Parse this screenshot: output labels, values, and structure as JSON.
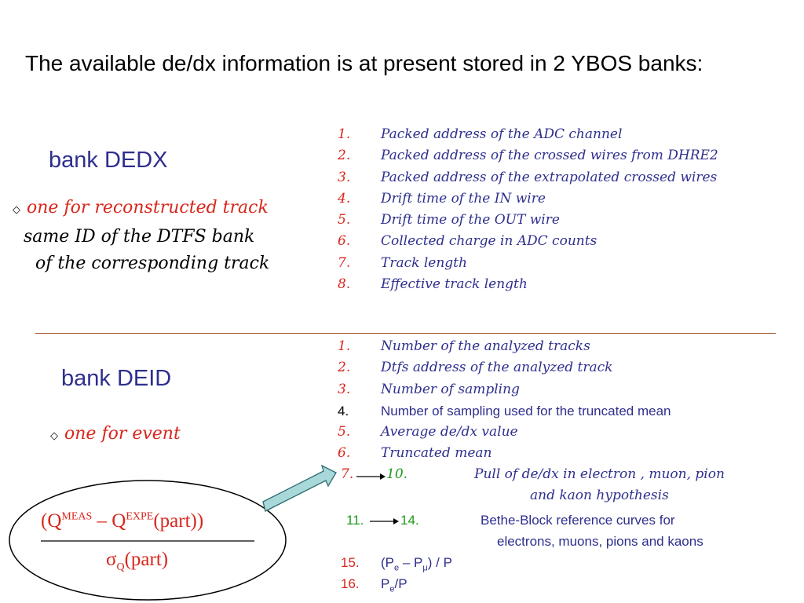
{
  "title": "The available de/dx information is at present  stored in 2 YBOS banks:",
  "dedx": {
    "heading": "bank DEDX",
    "bullet": "one for reconstructed track",
    "note_line1": "same ID of the DTFS bank",
    "note_line2": "of the corresponding track",
    "items": [
      {
        "num": "1.",
        "text": "Packed address of the ADC channel"
      },
      {
        "num": "2.",
        "text": "Packed address of the crossed wires from DHRE2"
      },
      {
        "num": "3.",
        "text": "Packed address of the extrapolated crossed wires"
      },
      {
        "num": "4.",
        "text": "Drift time of the IN wire"
      },
      {
        "num": "5.",
        "text": "Drift time of the OUT wire"
      },
      {
        "num": "6.",
        "text": "Collected charge in ADC counts"
      },
      {
        "num": "7.",
        "text": "Track length"
      },
      {
        "num": "8.",
        "text": "Effective track length"
      }
    ]
  },
  "deid": {
    "heading": "bank DEID",
    "bullet": "one for event",
    "items": [
      {
        "num": "1.",
        "text": "Number of the analyzed tracks"
      },
      {
        "num": "2.",
        "text": "Dtfs address of the analyzed track"
      },
      {
        "num": "3.",
        "text": "Number of sampling"
      },
      {
        "num": "4.",
        "text": "Number of sampling used for the truncated mean"
      },
      {
        "num": "5.",
        "text": "Average de/dx value"
      },
      {
        "num": "6.",
        "text": "Truncated mean"
      }
    ],
    "item7_start": "7.",
    "item7_end": "10.",
    "item7_line1": "Pull of de/dx in electron , muon, pion",
    "item7_line2": "and kaon hypothesis",
    "item11_start": "11.",
    "item11_end": "14.",
    "item11_line1": "Bethe-Block  reference curves for",
    "item11_line2": "electrons, muons, pions and kaons",
    "item15_num": "15.",
    "item15_text": "(P",
    "item15_sub1": "e",
    "item15_mid": " – P",
    "item15_sub2": "μ",
    "item15_end": ") / P",
    "item16_num": "16.",
    "item16_text": "P",
    "item16_sub": "e",
    "item16_end": "/P"
  },
  "formula": {
    "num_open": "(Q",
    "num_sup1": "MEAS",
    "num_minus": " – Q",
    "num_sup2": "EXPE",
    "num_close": "(part))",
    "den_sigma": "σ",
    "den_sub": "Q",
    "den_rest": "(part)"
  }
}
